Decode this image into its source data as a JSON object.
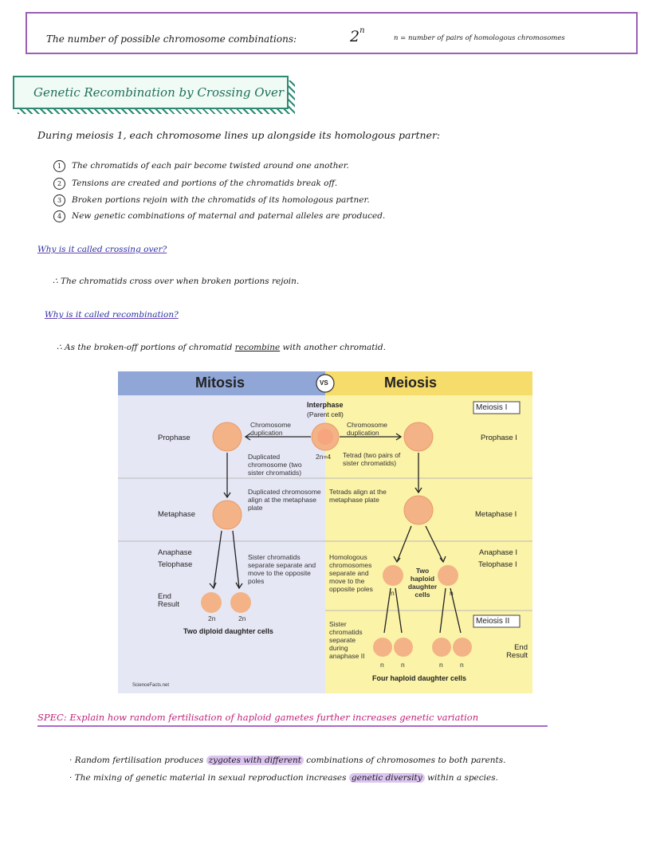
{
  "formula": {
    "text": "The number of possible chromosome combinations:",
    "expression_base": "2",
    "expression_exp": "n",
    "note": "n = number of pairs of homologous chromosomes"
  },
  "heading": "Genetic Recombination by Crossing Over",
  "intro": "During meiosis 1, each chromosome lines up alongside its homologous partner:",
  "steps": [
    {
      "num": "1",
      "text": "The chromatids of each pair become twisted around one another."
    },
    {
      "num": "2",
      "text": "Tensions are created and portions of the chromatids break off."
    },
    {
      "num": "3",
      "text": "Broken portions rejoin with the chromatids of its homologous partner."
    },
    {
      "num": "4",
      "text": "New genetic combinations of maternal and paternal alleles are produced."
    }
  ],
  "q1": "Why is it called crossing over?",
  "a1": "∴ The chromatids cross over when broken portions rejoin.",
  "q2": "Why is it called recombination?",
  "a2": {
    "pre": "∴ As the broken-off portions of chromatid",
    "highlight": "recombine",
    "post": "with another chromatid."
  },
  "diagram": {
    "title_left": "Mitosis",
    "vs": "VS",
    "title_right": "Meiosis",
    "interphase": "Interphase",
    "parent_cell": "(Parent cell)",
    "chromosome_dup": "Chromosome duplication",
    "two_n": "2n=4",
    "prophase": "Prophase",
    "metaphase": "Metaphase",
    "anaphase": "Anaphase",
    "telophase": "Telophase",
    "end_result": "End Result",
    "meiosis1": "Meiosis I",
    "meiosis2": "Meiosis II",
    "prophase1": "Prophase I",
    "metaphase1": "Metaphase I",
    "anaphase1": "Anaphase I",
    "telophase1": "Telophase I",
    "end_right": "End Result",
    "dup_chrom": "Duplicated chromosome (two sister chromatids)",
    "tetrad": "Tetrad (two pairs of sister chromatids)",
    "dup_align": "Duplicated chromosome align at the metaphase plate",
    "tetrads_align": "Tetrads align at the metaphase plate",
    "sister_sep": "Sister chromatids separate separate and move to the opposite poles",
    "homologous": "Homologous chromosomes separate and move to the opposite poles",
    "two_haploid": "Two haploid daughter cells",
    "sister_sep2": "Sister chromatids separate during anaphase II",
    "n": "n",
    "twon": "2n",
    "two_diploid": "Two diploid daughter cells",
    "four_haploid": "Four haploid daughter cells",
    "logo": "ScienceFacts.net"
  },
  "spec": "SPEC: Explain how random fertilisation of haploid gametes further increases genetic variation",
  "bullets": [
    {
      "pre": "Random fertilisation produces",
      "hl": "zygotes with different",
      "post": "combinations of chromosomes to both parents."
    },
    {
      "pre": "The mixing of genetic material in sexual reproduction increases",
      "hl": "genetic diversity",
      "post": "within a species."
    }
  ]
}
